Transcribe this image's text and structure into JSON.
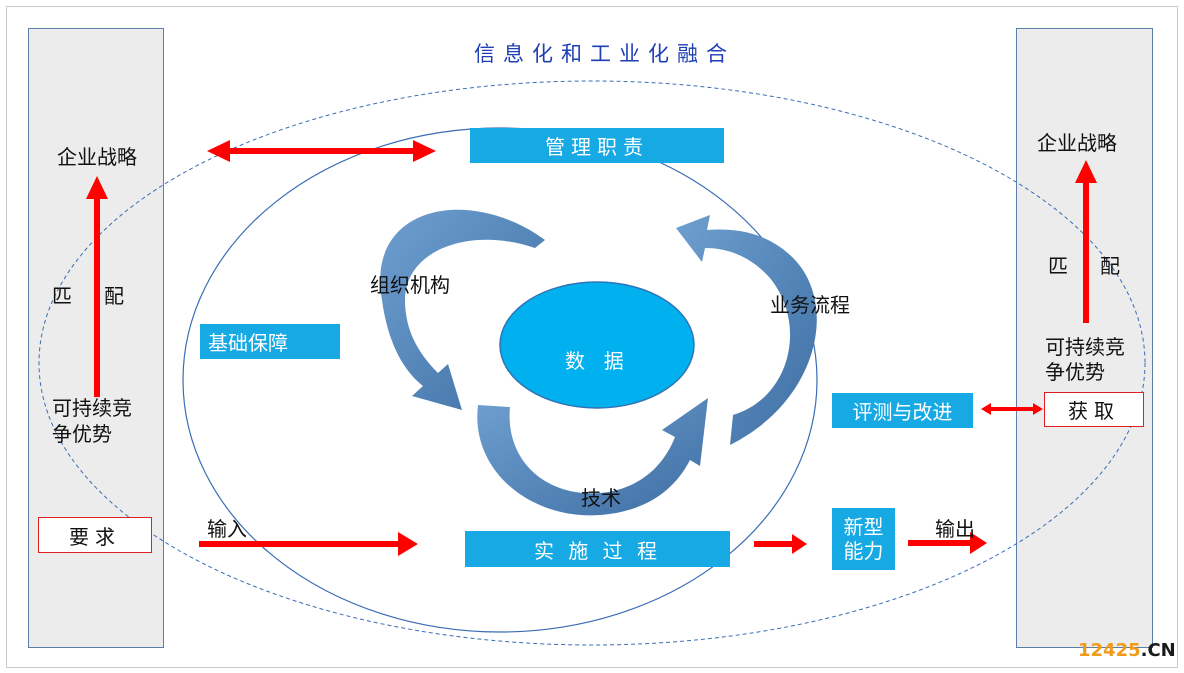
{
  "title": "信息化和工业化融合",
  "left_panel": {
    "strategy": "企业战略",
    "match": [
      "匹",
      "配"
    ],
    "advantage": [
      "可持续竞",
      "争优势"
    ],
    "requirement": "要求"
  },
  "right_panel": {
    "strategy": "企业战略",
    "match": [
      "匹",
      "配"
    ],
    "advantage": [
      "可持续竞",
      "争优势"
    ],
    "acquire": "获取"
  },
  "center": {
    "management": "管理职责",
    "data": "数  据",
    "organization": "组织机构",
    "business_process": "业务流程",
    "technology": "技术",
    "foundation": "基础保障",
    "evaluation": "评测与改进",
    "implementation": "实 施 过 程",
    "new_capability": [
      "新型",
      "能力"
    ]
  },
  "flow": {
    "input": "输入",
    "output": "输出"
  },
  "colors": {
    "box_blue": "#16a9e4",
    "data_ellipse": "#00b0ef",
    "arrow_red": "#ff0000",
    "cycle_arrow": "#4f83b8",
    "title_blue": "#1f3fb5"
  },
  "watermark": {
    "digits": "12425",
    "suffix": ".CN"
  }
}
